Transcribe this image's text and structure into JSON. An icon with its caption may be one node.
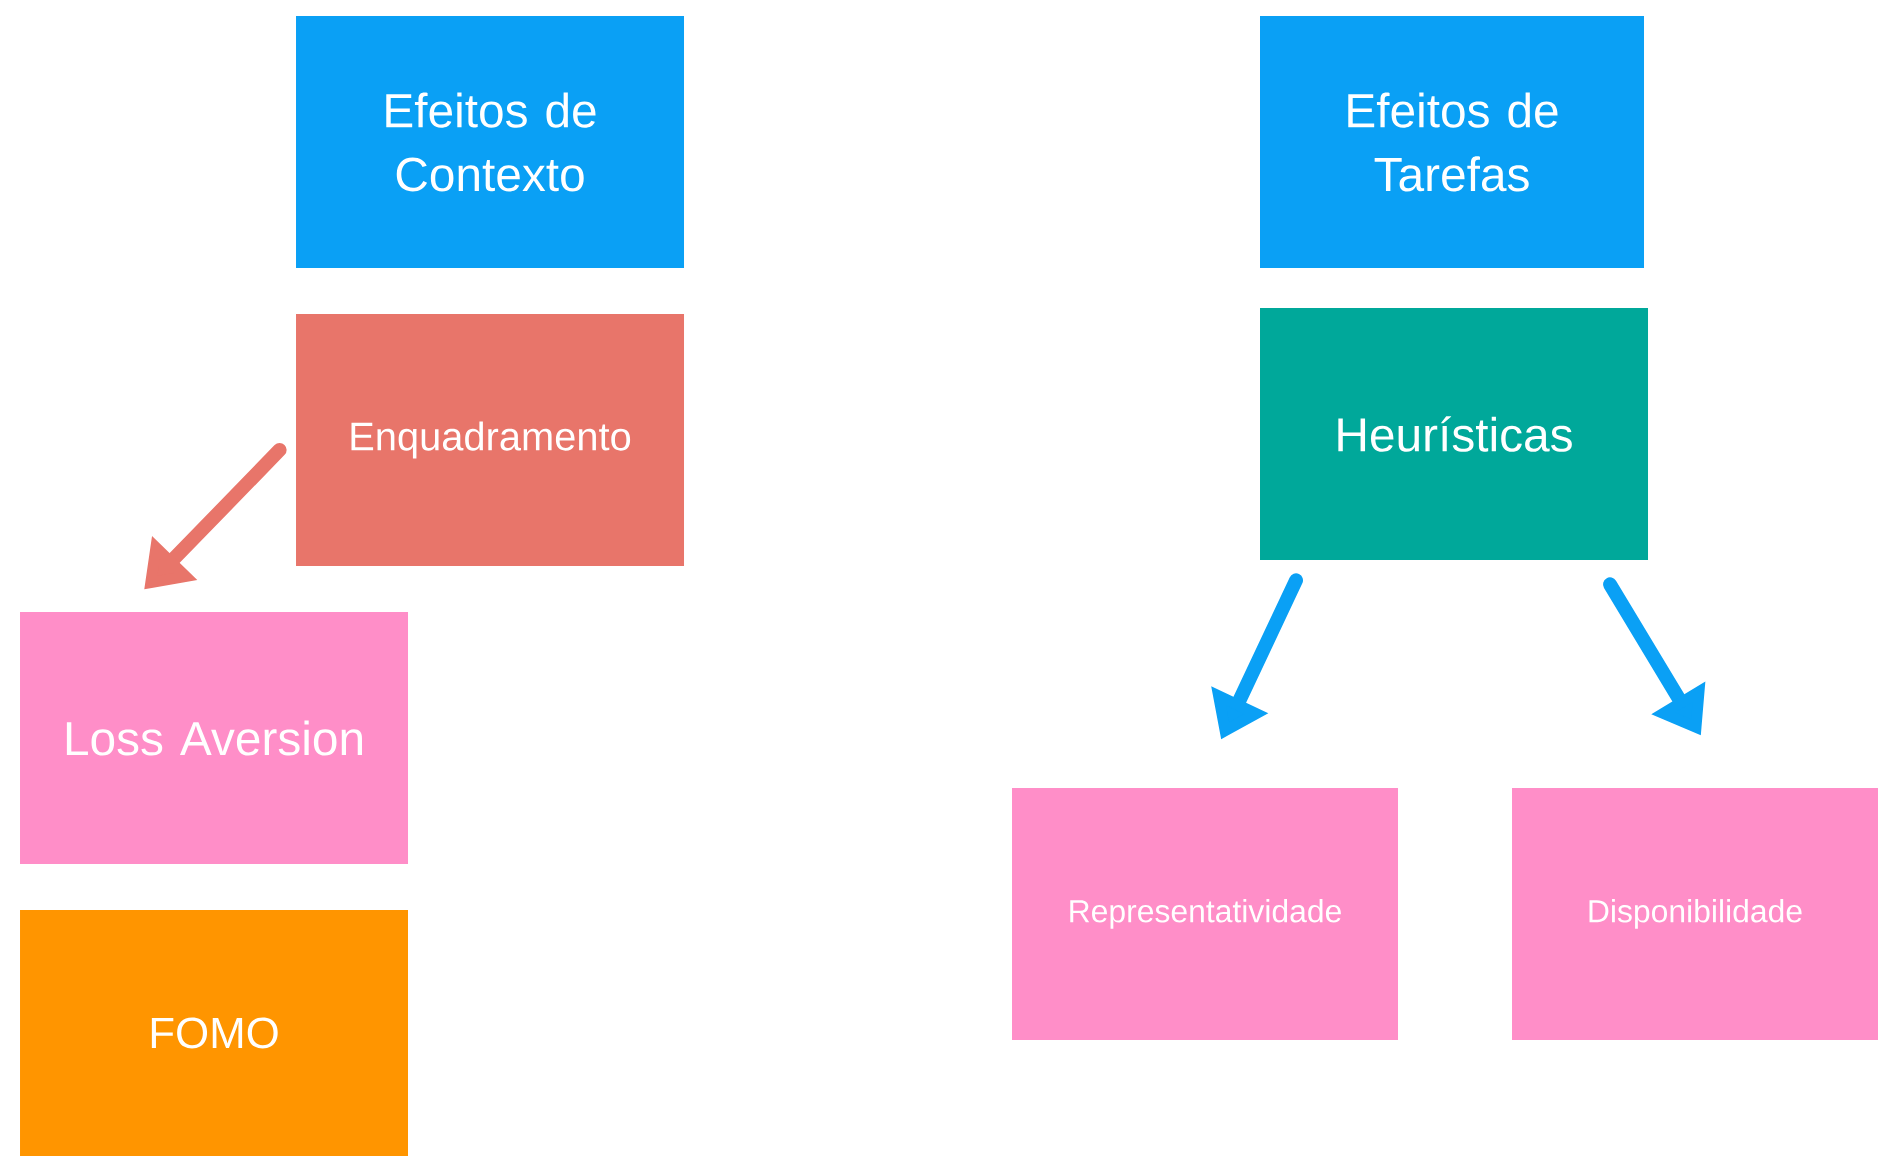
{
  "diagram": {
    "nodes": [
      {
        "text": [
          "Efeitos de Contexto"
        ]
      },
      {
        "text": [
          "Enquadramento"
        ]
      },
      {
        "text": [
          "Loss Aversion"
        ]
      },
      {
        "text": [
          "FOMO"
        ]
      },
      {
        "text": [
          "Efeitos de Tarefas"
        ]
      },
      {
        "text": [
          "Heurísticas"
        ]
      },
      {
        "text": [
          "Representatividade"
        ]
      },
      {
        "text": [
          "Disponibilidade"
        ]
      }
    ],
    "edges": [
      {
        "from": 1,
        "to": 2,
        "arrow": "to",
        "color": "#e8756a"
      },
      {
        "from": 5,
        "to": 6,
        "arrow": "to"
      },
      {
        "from": 5,
        "to": 7,
        "arrow": "to"
      }
    ]
  }
}
